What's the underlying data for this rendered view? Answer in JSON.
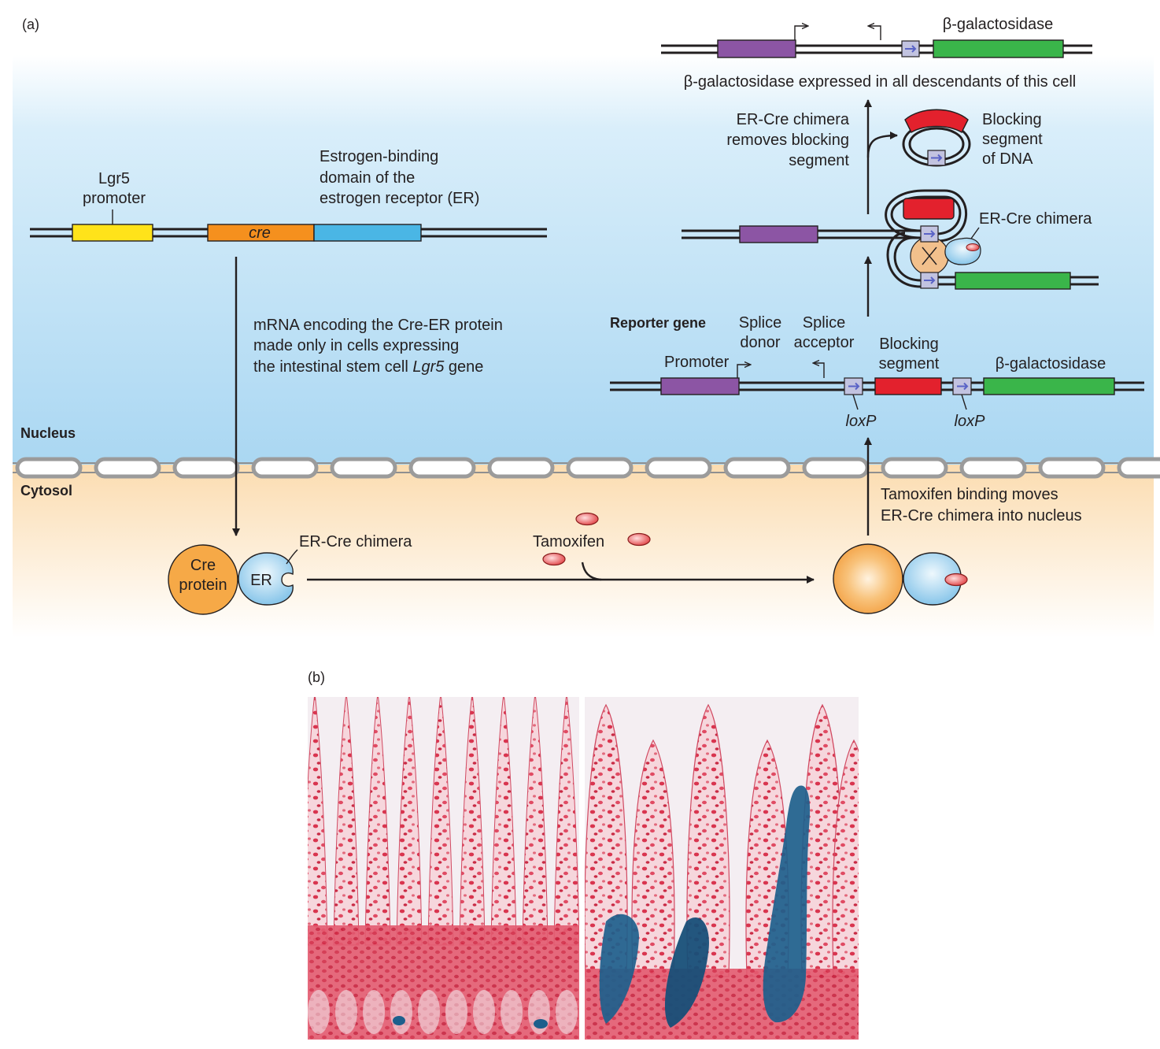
{
  "panel_a": {
    "tag": "(a)",
    "regions": {
      "nucleus": "Nucleus",
      "cytosol": "Cytosol"
    },
    "transgene": {
      "promoter_label_1": "Lgr5",
      "promoter_label_2": "promoter",
      "cre_label": "cre",
      "er_label_1": "Estrogen-binding",
      "er_label_2": "domain of the",
      "er_label_3": "estrogen receptor (ER)"
    },
    "mrna_text": {
      "line1": "mRNA encoding the Cre-ER protein",
      "line2": "made only in cells expressing",
      "line3_pre": "the intestinal stem cell ",
      "line3_it": "Lgr5",
      "line3_post": " gene"
    },
    "cytosol_proteins": {
      "cre_1": "Cre",
      "cre_2": "protein",
      "er": "ER",
      "chimera_label": "ER-Cre chimera",
      "tamoxifen": "Tamoxifen",
      "tamoxifen_move_1": "Tamoxifen binding moves",
      "tamoxifen_move_2": "ER-Cre chimera into nucleus"
    },
    "reporter": {
      "title": "Reporter gene",
      "promoter": "Promoter",
      "splice_donor_1": "Splice",
      "splice_donor_2": "donor",
      "splice_acceptor_1": "Splice",
      "splice_acceptor_2": "acceptor",
      "blocking_1": "Blocking",
      "blocking_2": "segment",
      "bgal": "β-galactosidase",
      "loxp_1": "loxP",
      "loxp_2": "loxP"
    },
    "recombination": {
      "chimera_label": "ER-Cre chimera",
      "removes_1": "ER-Cre chimera",
      "removes_2": "removes blocking",
      "removes_3": "segment",
      "excised_1": "Blocking",
      "excised_2": "segment",
      "excised_3": "of DNA"
    },
    "final": {
      "bgal": "β-galactosidase",
      "caption": "β-galactosidase expressed in all descendants of this cell"
    }
  },
  "panel_b": {
    "tag": "(b)"
  },
  "colors": {
    "nucleus_bg": "#b5dcf3",
    "cytosol_bg": "#fbe0b7",
    "promoter_yellow": "#ffe31a",
    "cre_orange": "#f5901e",
    "er_blue": "#4ab6e5",
    "reporter_promoter": "#8c55a4",
    "blocking_red": "#e3212d",
    "bgal_green": "#3ab54a",
    "loxp_box": "#c2c3e0",
    "loxp_arrow": "#5a63c6",
    "cre_protein": "#f6a947",
    "er_protein": "#8cc8ea",
    "tamoxifen": "#e34a4a",
    "membrane": "#9b9b9b",
    "tissue_pink": "#e64a6a",
    "xgal_blue": "#1d5f8c"
  }
}
